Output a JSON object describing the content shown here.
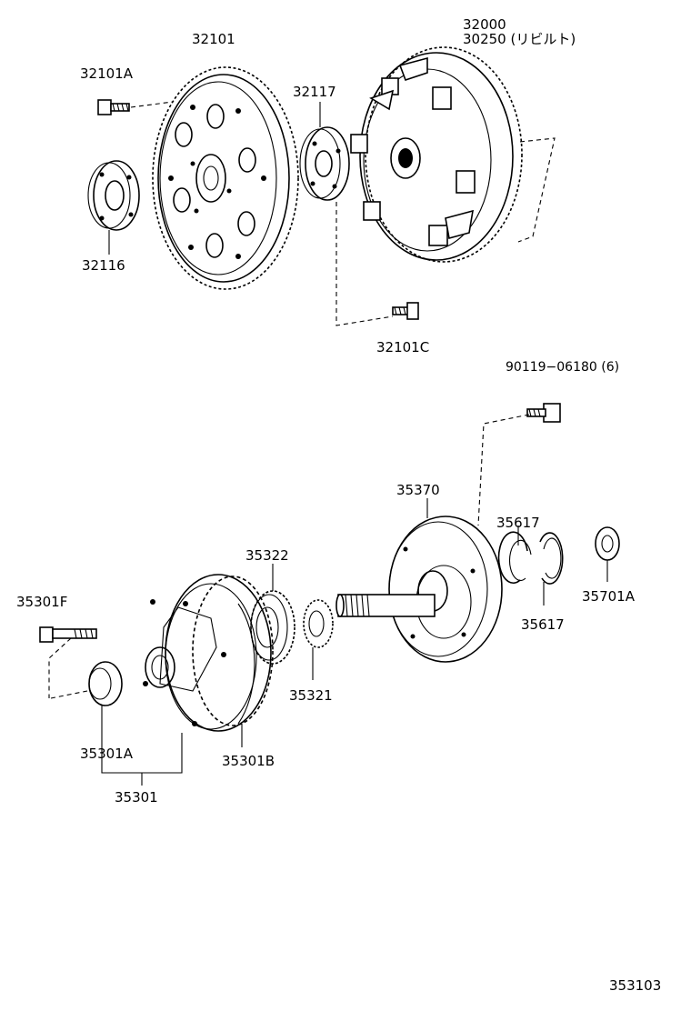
{
  "diagram": {
    "page_code": "353103",
    "labels": {
      "p32101": "32101",
      "p32101A": "32101A",
      "p32116": "32116",
      "p32117": "32117",
      "p32000": "32000",
      "p30250": "30250 (リビルト)",
      "p32101C": "32101C",
      "p90119": "90119−06180 (6)",
      "p35370": "35370",
      "p35617a": "35617",
      "p35617b": "35617",
      "p35701A": "35701A",
      "p35322": "35322",
      "p35321": "35321",
      "p35301F": "35301F",
      "p35301A": "35301A",
      "p35301B": "35301B",
      "p35301": "35301"
    }
  }
}
